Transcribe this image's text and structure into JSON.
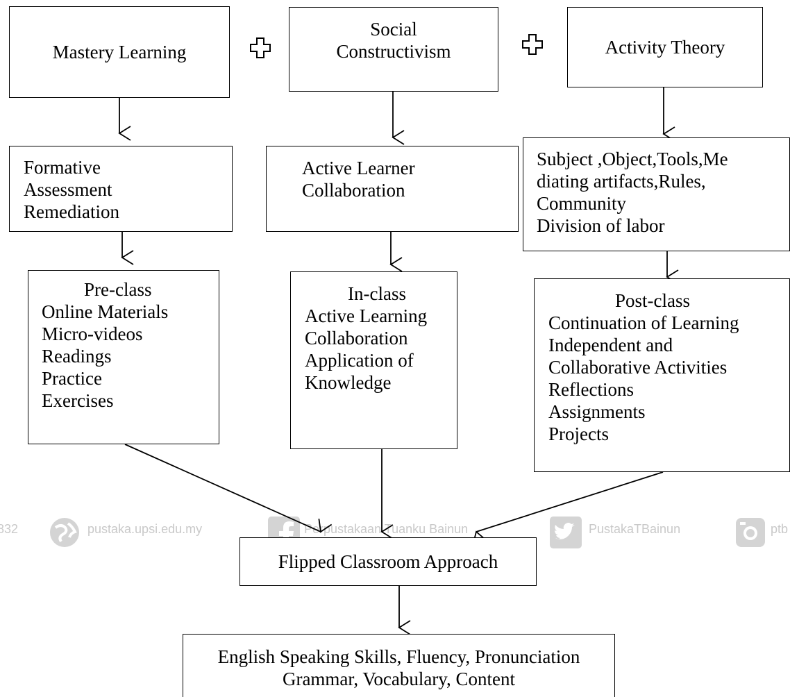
{
  "theories": {
    "mastery": "Mastery Learning",
    "social": [
      "Social",
      "Constructivism"
    ],
    "activity": "Activity Theory"
  },
  "concepts": {
    "mastery": [
      "Formative",
      "Assessment",
      "Remediation"
    ],
    "social": [
      "Active Learner",
      "Collaboration"
    ],
    "activity": [
      "Subject ,Object,Tools,Me",
      "diating artifacts,Rules,",
      "Community",
      "Division of labor"
    ]
  },
  "phases": {
    "pre": {
      "title": "Pre-class",
      "items": [
        "Online Materials",
        "Micro-videos",
        "Readings",
        "Practice",
        "Exercises"
      ]
    },
    "in": {
      "title": "In-class",
      "items": [
        "Active Learning",
        "Collaboration",
        "Application of",
        "Knowledge"
      ]
    },
    "post": {
      "title": "Post-class",
      "items": [
        "Continuation of Learning",
        "Independent and",
        "Collaborative Activities",
        "Reflections",
        "Assignments",
        "Projects"
      ]
    }
  },
  "approach": "Flipped Classroom Approach",
  "outcomes": [
    "English Speaking Skills, Fluency, Pronunciation",
    "Grammar, Vocabulary, Content"
  ],
  "watermark": {
    "left_fragment": "832",
    "site": "pustaka.upsi.edu.my",
    "facebook": "Perpustakaan Tuanku Bainun",
    "twitter": "PustakaTBainun",
    "right_fragment": "ptb",
    "icons": [
      "globe-icon",
      "facebook-icon",
      "twitter-icon",
      "instagram-icon"
    ]
  }
}
